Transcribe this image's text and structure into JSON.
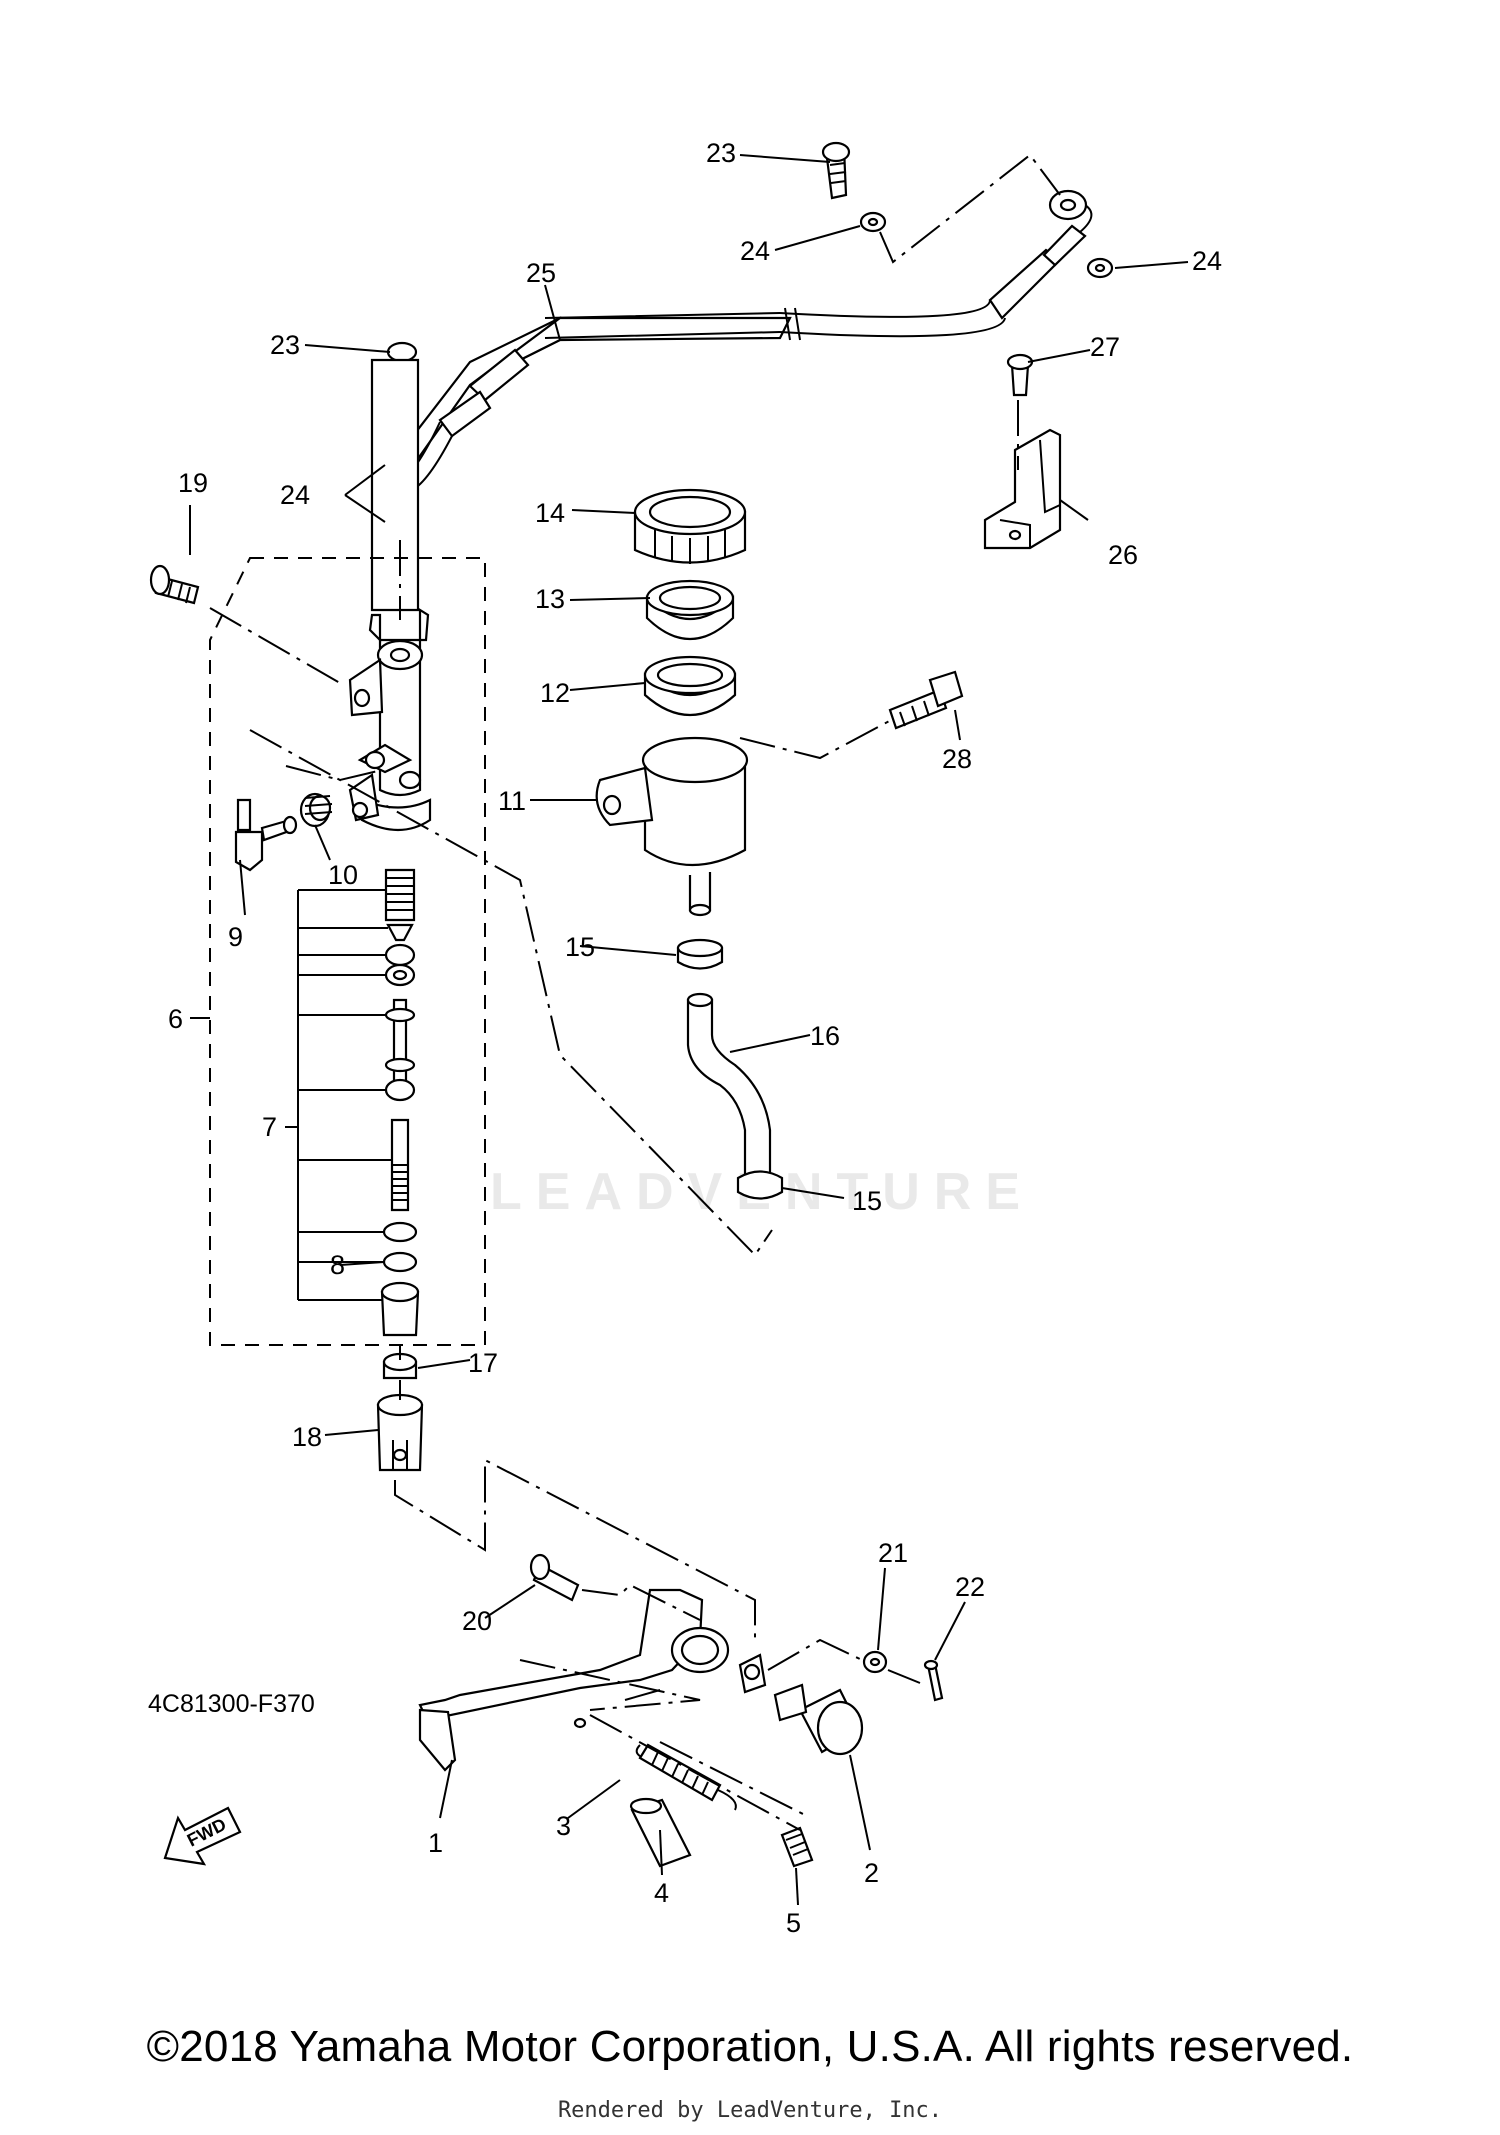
{
  "callouts": [
    "1",
    "2",
    "3",
    "4",
    "5",
    "6",
    "7",
    "8",
    "9",
    "10",
    "11",
    "12",
    "13",
    "14",
    "15",
    "15",
    "16",
    "17",
    "18",
    "19",
    "20",
    "21",
    "22",
    "23",
    "23",
    "24",
    "24",
    "24",
    "25",
    "26",
    "27",
    "28"
  ],
  "fwd_label": "FWD",
  "diagram_code": "4C81300-F370",
  "watermark": "LEADVENTURE",
  "copyright": "©2018 Yamaha Motor Corporation, U.S.A. All rights reserved.",
  "rendered_by": "Rendered by LeadVenture, Inc."
}
